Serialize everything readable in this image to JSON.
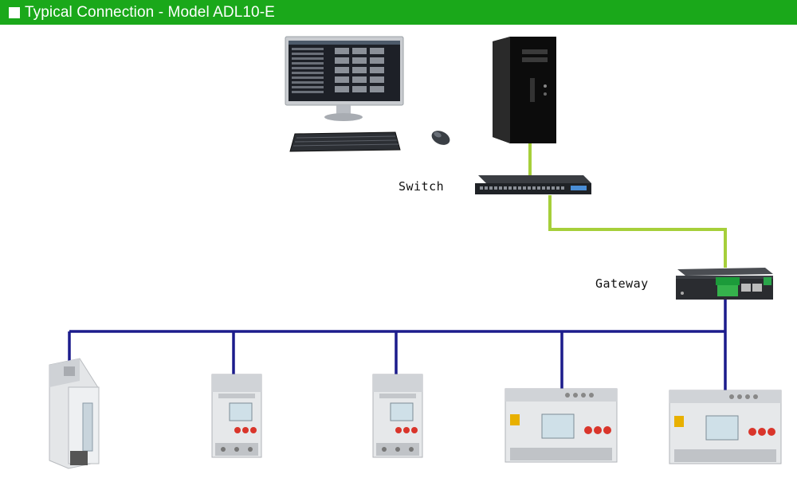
{
  "header": {
    "title": "Typical Connection - Model ADL10-E"
  },
  "labels": {
    "switch": "Switch",
    "gateway": "Gateway"
  },
  "colors": {
    "header_green": "#1aa81a",
    "ethernet_line": "#a6cf3a",
    "bus_line": "#1c1c8c"
  },
  "icons": [
    "monitor-icon",
    "keyboard-icon",
    "mouse-icon",
    "computer-tower-icon",
    "network-switch-icon",
    "gateway-device-icon",
    "single-phase-meter-icon",
    "energy-meter-icon",
    "three-phase-meter-icon"
  ]
}
